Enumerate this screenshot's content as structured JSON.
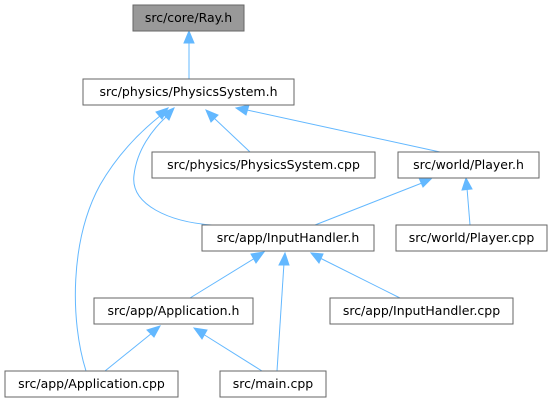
{
  "graph": {
    "nodes": {
      "ray_h": "src/core/Ray.h",
      "physics_system_h": "src/physics/PhysicsSystem.h",
      "physics_system_cpp": "src/physics/PhysicsSystem.cpp",
      "player_h": "src/world/Player.h",
      "input_handler_h": "src/app/InputHandler.h",
      "player_cpp": "src/world/Player.cpp",
      "application_h": "src/app/Application.h",
      "input_handler_cpp": "src/app/InputHandler.cpp",
      "application_cpp": "src/app/Application.cpp",
      "main_cpp": "src/main.cpp"
    },
    "edges": [
      [
        "ray_h",
        "physics_system_h"
      ],
      [
        "physics_system_h",
        "physics_system_cpp"
      ],
      [
        "physics_system_h",
        "player_h"
      ],
      [
        "physics_system_h",
        "input_handler_h"
      ],
      [
        "physics_system_h",
        "application_cpp"
      ],
      [
        "player_h",
        "input_handler_h"
      ],
      [
        "player_h",
        "player_cpp"
      ],
      [
        "input_handler_h",
        "application_h"
      ],
      [
        "input_handler_h",
        "input_handler_cpp"
      ],
      [
        "input_handler_h",
        "main_cpp"
      ],
      [
        "application_h",
        "application_cpp"
      ],
      [
        "application_h",
        "main_cpp"
      ]
    ],
    "colors": {
      "edge": "#63b8ff",
      "root_fill": "#999999",
      "node_fill": "#ffffff",
      "node_stroke": "#666666"
    }
  }
}
